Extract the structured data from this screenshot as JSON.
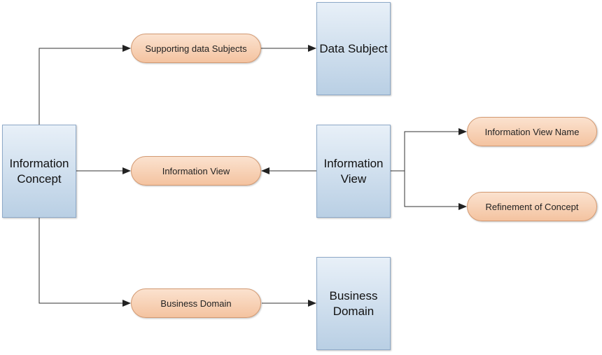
{
  "boxes": {
    "information_concept": "Information\nConcept",
    "data_subject": "Data Subject",
    "information_view": "Information\nView",
    "business_domain": "Business\nDomain"
  },
  "relations": {
    "supporting_data_subjects": "Supporting data Subjects",
    "information_view": "Information View",
    "business_domain": "Business Domain",
    "information_view_name": "Information View Name",
    "refinement_of_concept": "Refinement of Concept"
  },
  "colors": {
    "entity_fill_top": "#e8f0f8",
    "entity_fill_bottom": "#b9cfe4",
    "relation_fill_top": "#fbe2cf",
    "relation_fill_bottom": "#f4c3a0",
    "connector": "#333333"
  }
}
